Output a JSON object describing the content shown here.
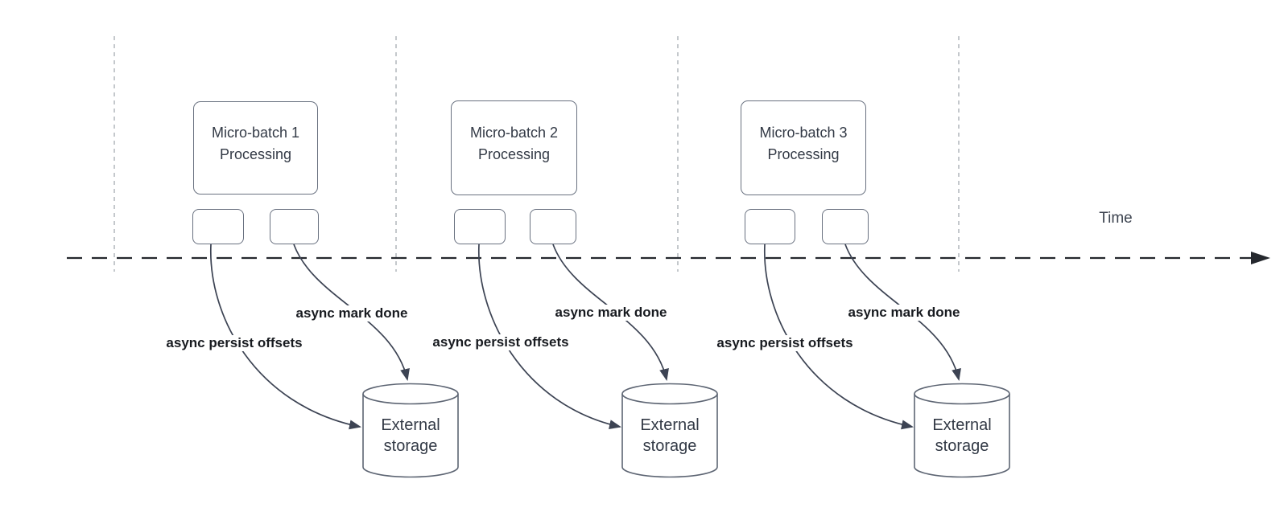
{
  "diagram": {
    "time_axis_label": "Time",
    "groups": [
      {
        "box_label": "Micro-batch 1\nProcessing",
        "persist_arrow_label": "async persist offsets",
        "done_arrow_label": "async mark done",
        "storage_label": "External\nstorage"
      },
      {
        "box_label": "Micro-batch 2\nProcessing",
        "persist_arrow_label": "async persist offsets",
        "done_arrow_label": "async mark done",
        "storage_label": "External\nstorage"
      },
      {
        "box_label": "Micro-batch 3\nProcessing",
        "persist_arrow_label": "async persist offsets",
        "done_arrow_label": "async mark done",
        "storage_label": "External\nstorage"
      }
    ],
    "colors": {
      "arrow_stroke": "#3c4353",
      "time_axis_stroke": "#25282e",
      "guide_line_stroke": "#b6babf",
      "shape_border": "#697180",
      "shape_fill": "#ffffff",
      "body_text": "#333a46",
      "bold_label_text": "#181b20"
    }
  }
}
